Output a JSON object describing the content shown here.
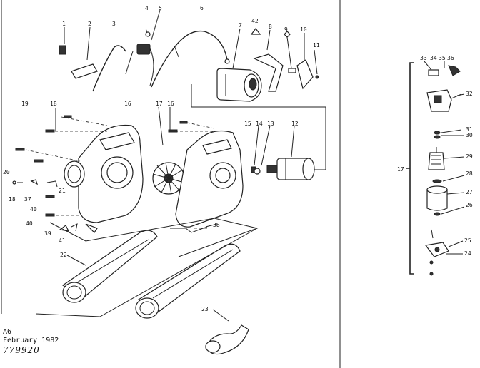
{
  "footer": {
    "model_code": "A6",
    "date": "February 1982",
    "handwritten_number": "779920"
  },
  "callouts": [
    {
      "id": "c1",
      "text": "1"
    },
    {
      "id": "c2",
      "text": "2"
    },
    {
      "id": "c3",
      "text": "3"
    },
    {
      "id": "c4",
      "text": "4"
    },
    {
      "id": "c5",
      "text": "5"
    },
    {
      "id": "c6",
      "text": "6"
    },
    {
      "id": "c7",
      "text": "7"
    },
    {
      "id": "c42",
      "text": "42"
    },
    {
      "id": "c8",
      "text": "8"
    },
    {
      "id": "c9",
      "text": "9"
    },
    {
      "id": "c10",
      "text": "10"
    },
    {
      "id": "c11",
      "text": "11"
    },
    {
      "id": "c19",
      "text": "19"
    },
    {
      "id": "c18a",
      "text": "18"
    },
    {
      "id": "c16a",
      "text": "16"
    },
    {
      "id": "c17a",
      "text": "17"
    },
    {
      "id": "c16b",
      "text": "16"
    },
    {
      "id": "c15",
      "text": "15"
    },
    {
      "id": "c14",
      "text": "14"
    },
    {
      "id": "c13",
      "text": "13"
    },
    {
      "id": "c12",
      "text": "12"
    },
    {
      "id": "c20",
      "text": "20"
    },
    {
      "id": "c18b",
      "text": "18"
    },
    {
      "id": "c37",
      "text": "37"
    },
    {
      "id": "c21",
      "text": "21"
    },
    {
      "id": "c40a",
      "text": "40"
    },
    {
      "id": "c40b",
      "text": "40"
    },
    {
      "id": "c39",
      "text": "39"
    },
    {
      "id": "c41",
      "text": "41"
    },
    {
      "id": "c38",
      "text": "38"
    },
    {
      "id": "c22",
      "text": "22"
    },
    {
      "id": "c23",
      "text": "23"
    },
    {
      "id": "c33",
      "text": "33"
    },
    {
      "id": "c34",
      "text": "34"
    },
    {
      "id": "c35",
      "text": "35"
    },
    {
      "id": "c36",
      "text": "36"
    },
    {
      "id": "c32",
      "text": "32"
    },
    {
      "id": "c31",
      "text": "31"
    },
    {
      "id": "c30",
      "text": "30"
    },
    {
      "id": "c17b",
      "text": "17"
    },
    {
      "id": "c29",
      "text": "29"
    },
    {
      "id": "c28",
      "text": "28"
    },
    {
      "id": "c27",
      "text": "27"
    },
    {
      "id": "c26",
      "text": "26"
    },
    {
      "id": "c25",
      "text": "25"
    },
    {
      "id": "c24",
      "text": "24"
    }
  ]
}
